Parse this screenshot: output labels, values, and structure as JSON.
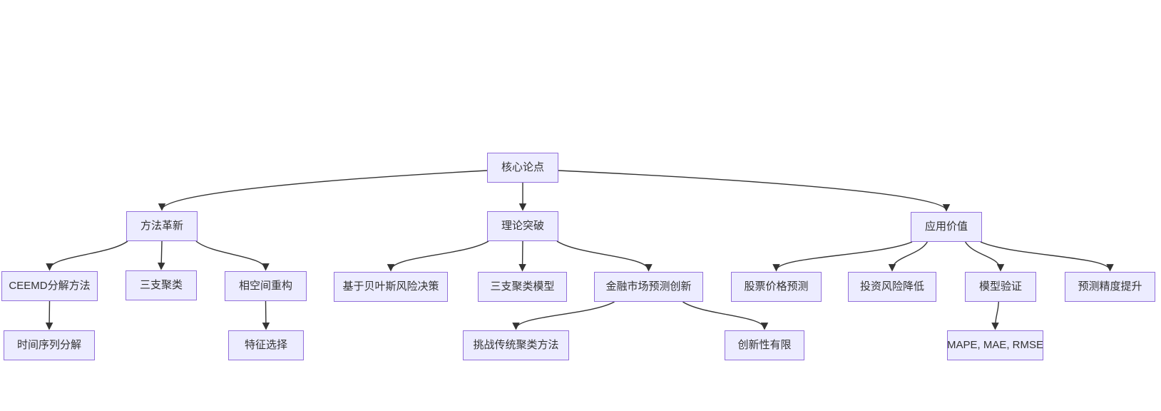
{
  "page": {
    "background": "#ffffff"
  },
  "diagram": {
    "type": "flowchart",
    "direction": "top-down",
    "nodes": {
      "root": {
        "label": "核心论点"
      },
      "method": {
        "label": "方法革新"
      },
      "theory": {
        "label": "理论突破"
      },
      "application": {
        "label": "应用价值"
      },
      "ceemd": {
        "label": "CEEMD分解方法"
      },
      "three_way": {
        "label": "三支聚类"
      },
      "phase_space": {
        "label": "相空间重构"
      },
      "bayes": {
        "label": "基于贝叶斯风险决策"
      },
      "three_way_model": {
        "label": "三支聚类模型"
      },
      "finance": {
        "label": "金融市场预测创新"
      },
      "stock": {
        "label": "股票价格预测"
      },
      "risk": {
        "label": "投资风险降低"
      },
      "validation": {
        "label": "模型验证"
      },
      "accuracy": {
        "label": "预测精度提升"
      },
      "time_series": {
        "label": "时间序列分解"
      },
      "feature": {
        "label": "特征选择"
      },
      "challenge": {
        "label": "挑战传统聚类方法"
      },
      "limited": {
        "label": "创新性有限"
      },
      "metrics": {
        "label": "MAPE, MAE, RMSE"
      }
    },
    "edges": [
      {
        "from": "root",
        "to": "method"
      },
      {
        "from": "root",
        "to": "theory"
      },
      {
        "from": "root",
        "to": "application"
      },
      {
        "from": "method",
        "to": "ceemd"
      },
      {
        "from": "method",
        "to": "three_way"
      },
      {
        "from": "method",
        "to": "phase_space"
      },
      {
        "from": "theory",
        "to": "bayes"
      },
      {
        "from": "theory",
        "to": "three_way_model"
      },
      {
        "from": "theory",
        "to": "finance"
      },
      {
        "from": "application",
        "to": "stock"
      },
      {
        "from": "application",
        "to": "risk"
      },
      {
        "from": "application",
        "to": "validation"
      },
      {
        "from": "application",
        "to": "accuracy"
      },
      {
        "from": "ceemd",
        "to": "time_series"
      },
      {
        "from": "phase_space",
        "to": "feature"
      },
      {
        "from": "finance",
        "to": "challenge"
      },
      {
        "from": "finance",
        "to": "limited"
      },
      {
        "from": "validation",
        "to": "metrics"
      }
    ],
    "colors": {
      "node_fill": "#ECECFF",
      "node_border": "#9370DB",
      "edge_line": "#333333",
      "node_text": "#333333",
      "background": "#ffffff"
    }
  }
}
